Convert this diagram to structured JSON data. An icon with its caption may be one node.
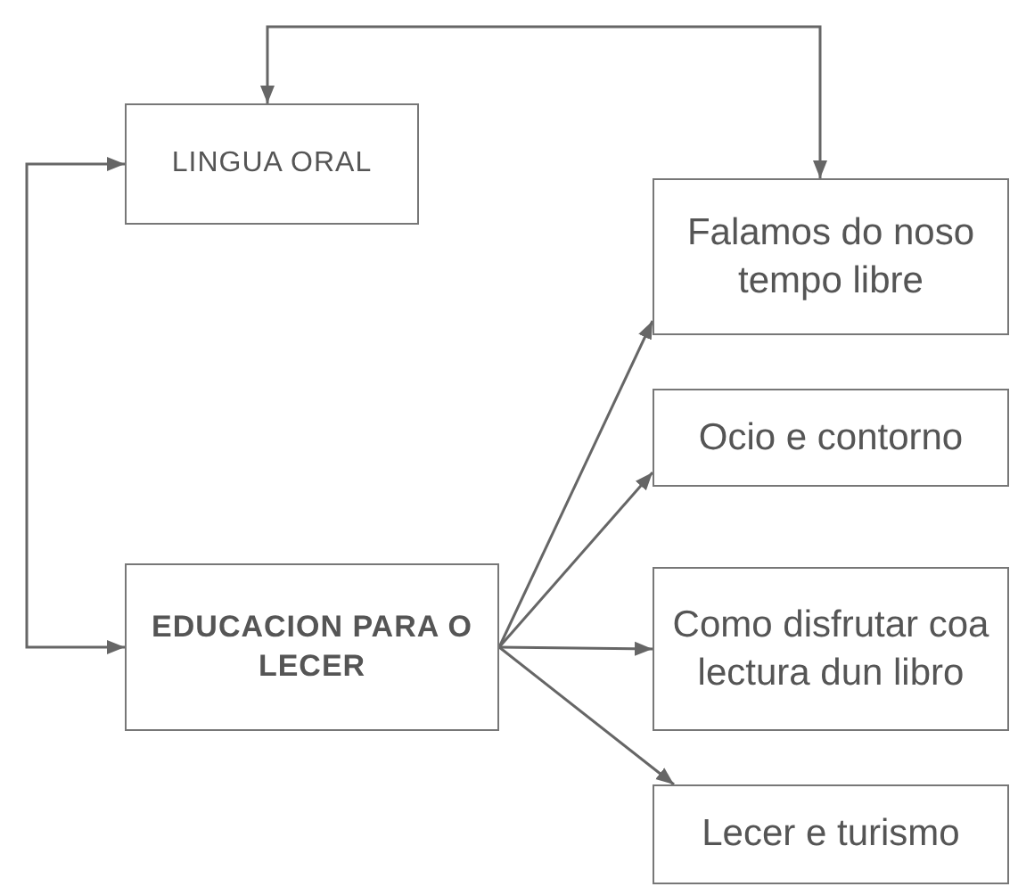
{
  "diagram": {
    "nodes": [
      {
        "text": [
          "LINGUA ORAL"
        ]
      },
      {
        "text": [
          "Falamos do noso tempo libre"
        ]
      },
      {
        "text": [
          "Ocio e contorno"
        ]
      },
      {
        "text": [
          "EDUCACION PARA O LECER"
        ]
      },
      {
        "text": [
          "Como disfrutar coa lectura dun libro"
        ]
      },
      {
        "text": [
          "Lecer e turismo"
        ]
      }
    ],
    "edges": [
      {
        "from": 0,
        "to": 1,
        "arrow": "both"
      },
      {
        "from": 0,
        "to": 3,
        "arrow": "both"
      },
      {
        "from": 3,
        "to": 1,
        "arrow": "to"
      },
      {
        "from": 3,
        "to": 2,
        "arrow": "to"
      },
      {
        "from": 3,
        "to": 4,
        "arrow": "to"
      },
      {
        "from": 3,
        "to": 5,
        "arrow": "to"
      }
    ]
  }
}
